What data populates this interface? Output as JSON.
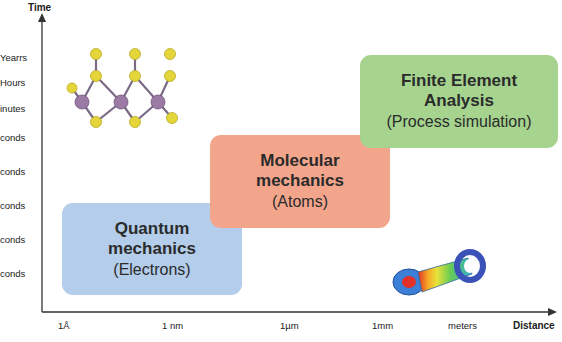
{
  "diagram": {
    "nodes": [
      {
        "text": [
          "Quantum mechanics",
          "(Electrons)"
        ]
      },
      {
        "text": [
          "Molecular mechanics",
          "(Atoms)"
        ]
      },
      {
        "text": [
          "Finite Element Analysis",
          "(Process simulation)"
        ]
      }
    ],
    "labels": [
      "Time",
      "Yearrs",
      "Hours",
      "inutes",
      "conds",
      "conds",
      "conds",
      "conds",
      "conds",
      "1Å",
      "1 nm",
      "1µm",
      "1mm",
      "meters",
      "Distance"
    ]
  }
}
